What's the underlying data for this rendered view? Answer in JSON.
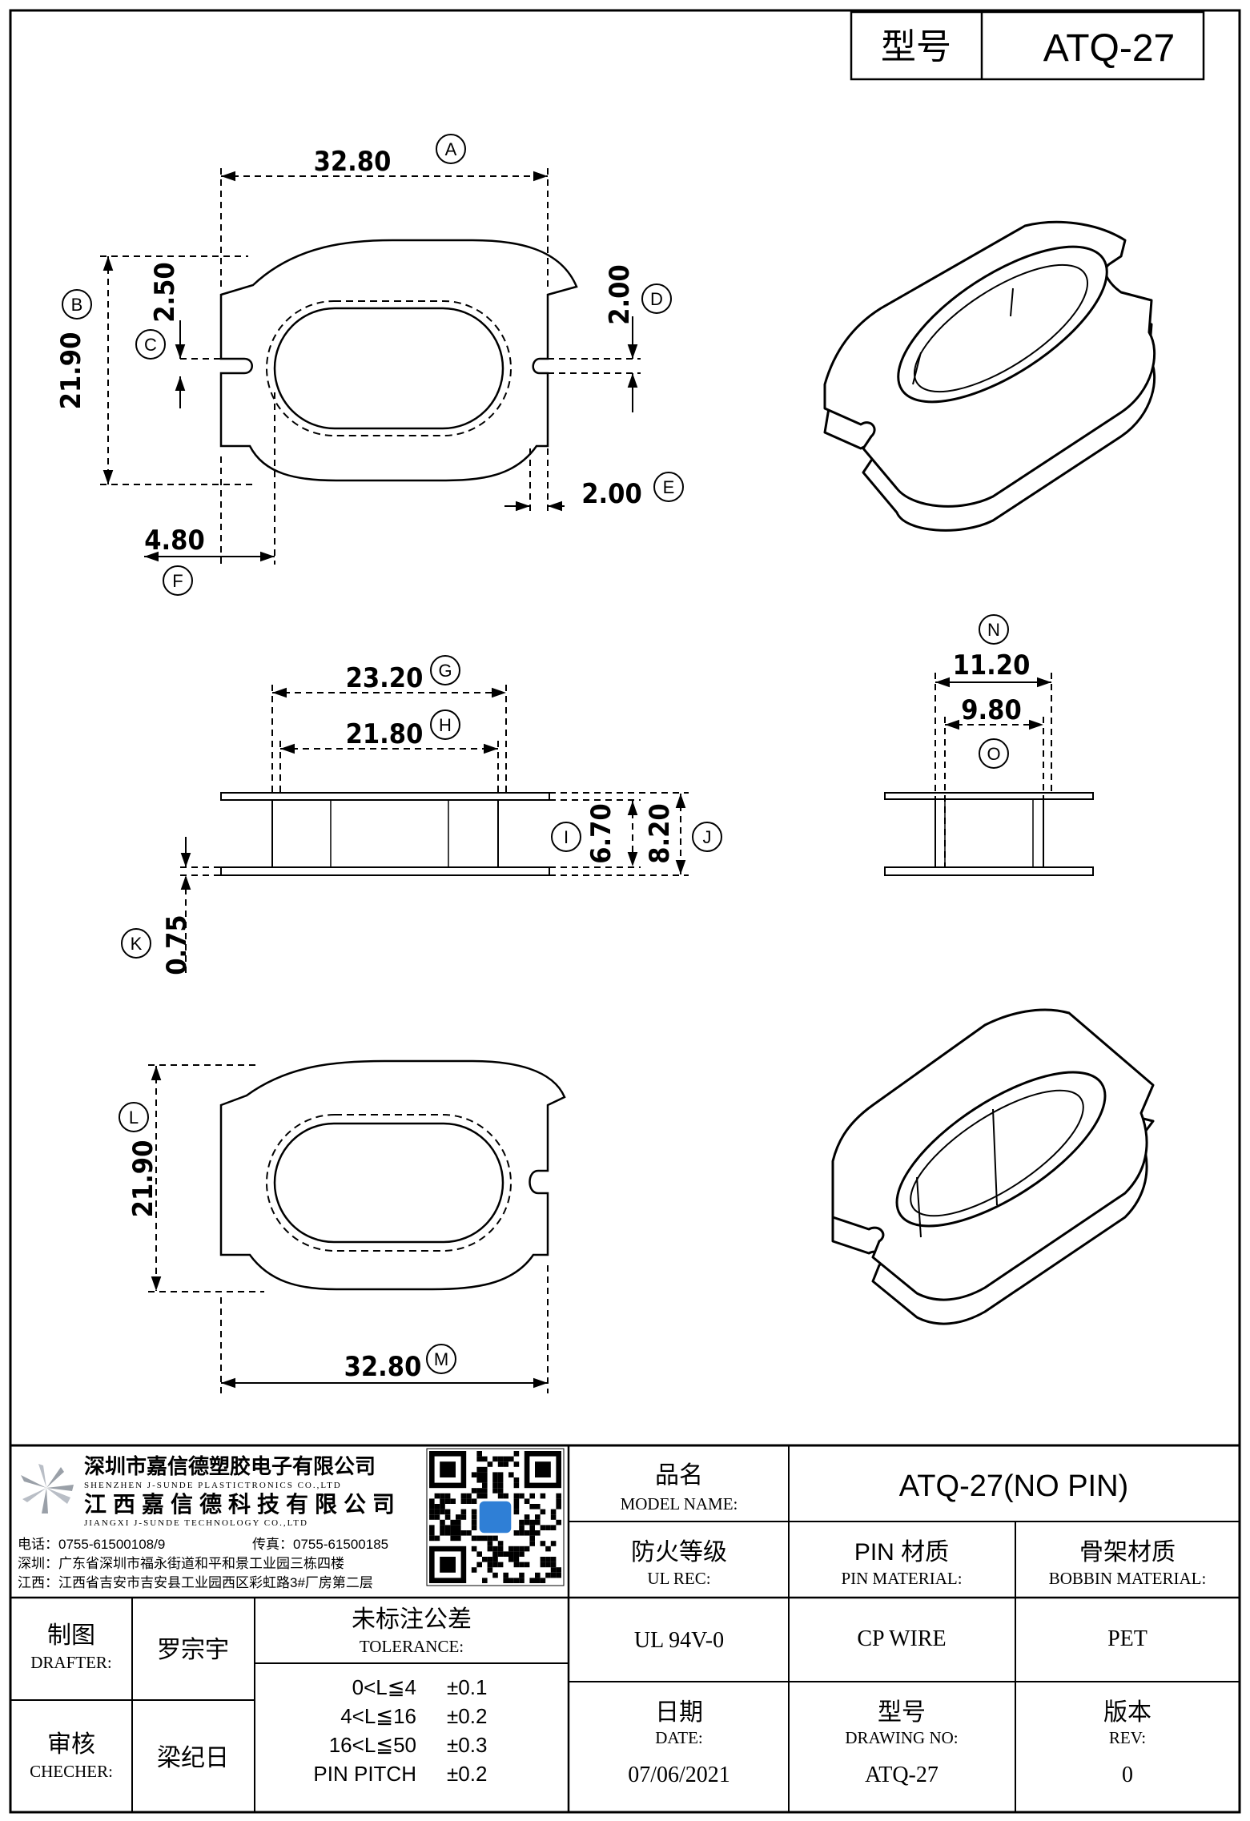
{
  "header": {
    "model_label": "型号",
    "model_value": "ATQ-27"
  },
  "dimensions": {
    "A": {
      "letter": "A",
      "value": "32.80"
    },
    "B": {
      "letter": "B",
      "value": "21.90"
    },
    "C": {
      "letter": "C",
      "value": "2.50"
    },
    "D": {
      "letter": "D",
      "value": "2.00"
    },
    "E": {
      "letter": "E",
      "value": "2.00"
    },
    "F": {
      "letter": "F",
      "value": "4.80"
    },
    "G": {
      "letter": "G",
      "value": "23.20"
    },
    "H": {
      "letter": "H",
      "value": "21.80"
    },
    "I": {
      "letter": "I",
      "value": "6.70"
    },
    "J": {
      "letter": "J",
      "value": "8.20"
    },
    "K": {
      "letter": "K",
      "value": "0.75"
    },
    "L": {
      "letter": "L",
      "value": "21.90"
    },
    "M": {
      "letter": "M",
      "value": "32.80"
    },
    "N": {
      "letter": "N",
      "value": "11.20"
    },
    "O": {
      "letter": "O",
      "value": "9.80"
    }
  },
  "company": {
    "name_sz": "深圳市嘉信德塑胶电子有限公司",
    "name_sz_en": "SHENZHEN J-SUNDE PLASTICTRONICS CO.,LTD",
    "name_jx": "江西嘉信德科技有限公司",
    "name_jx_en": "JIANGXI J-SUNDE TECHNOLOGY CO.,LTD",
    "phone": "电话：0755-61500108/9",
    "fax": "传真：0755-61500185",
    "addr_sz": "深圳：广东省深圳市福永街道和平和景工业园三栋四楼",
    "addr_jx": "江西：江西省吉安市吉安县工业园西区彩虹路3#厂房第二层"
  },
  "title_block": {
    "model_name_cn": "品名",
    "model_name_en": "MODEL NAME:",
    "model_name_value": "ATQ-27(NO PIN)",
    "ul_cn": "防火等级",
    "ul_en": "UL REC:",
    "ul_value": "UL 94V-0",
    "pin_cn": "PIN 材质",
    "pin_en": "PIN MATERIAL:",
    "pin_value": "CP WIRE",
    "bobbin_cn": "骨架材质",
    "bobbin_en": "BOBBIN MATERIAL:",
    "bobbin_value": "PET",
    "drafter_cn": "制图",
    "drafter_en": "DRAFTER:",
    "drafter_value": "罗宗宇",
    "checker_cn": "审核",
    "checker_en": "CHECHER:",
    "checker_value": "梁纪日",
    "tolerance_cn": "未标注公差",
    "tolerance_en": "TOLERANCE:",
    "tolerance_rows": [
      {
        "range": "0<L≦4",
        "value": "±0.1"
      },
      {
        "range": "4<L≦16",
        "value": "±0.2"
      },
      {
        "range": "16<L≦50",
        "value": "±0.3"
      },
      {
        "range": "PIN PITCH",
        "value": "±0.2"
      }
    ],
    "date_cn": "日期",
    "date_en": "DATE:",
    "date_value": "07/06/2021",
    "drawing_cn": "型号",
    "drawing_en": "DRAWING NO:",
    "drawing_value": "ATQ-27",
    "rev_cn": "版本",
    "rev_en": "REV:",
    "rev_value": "0"
  }
}
